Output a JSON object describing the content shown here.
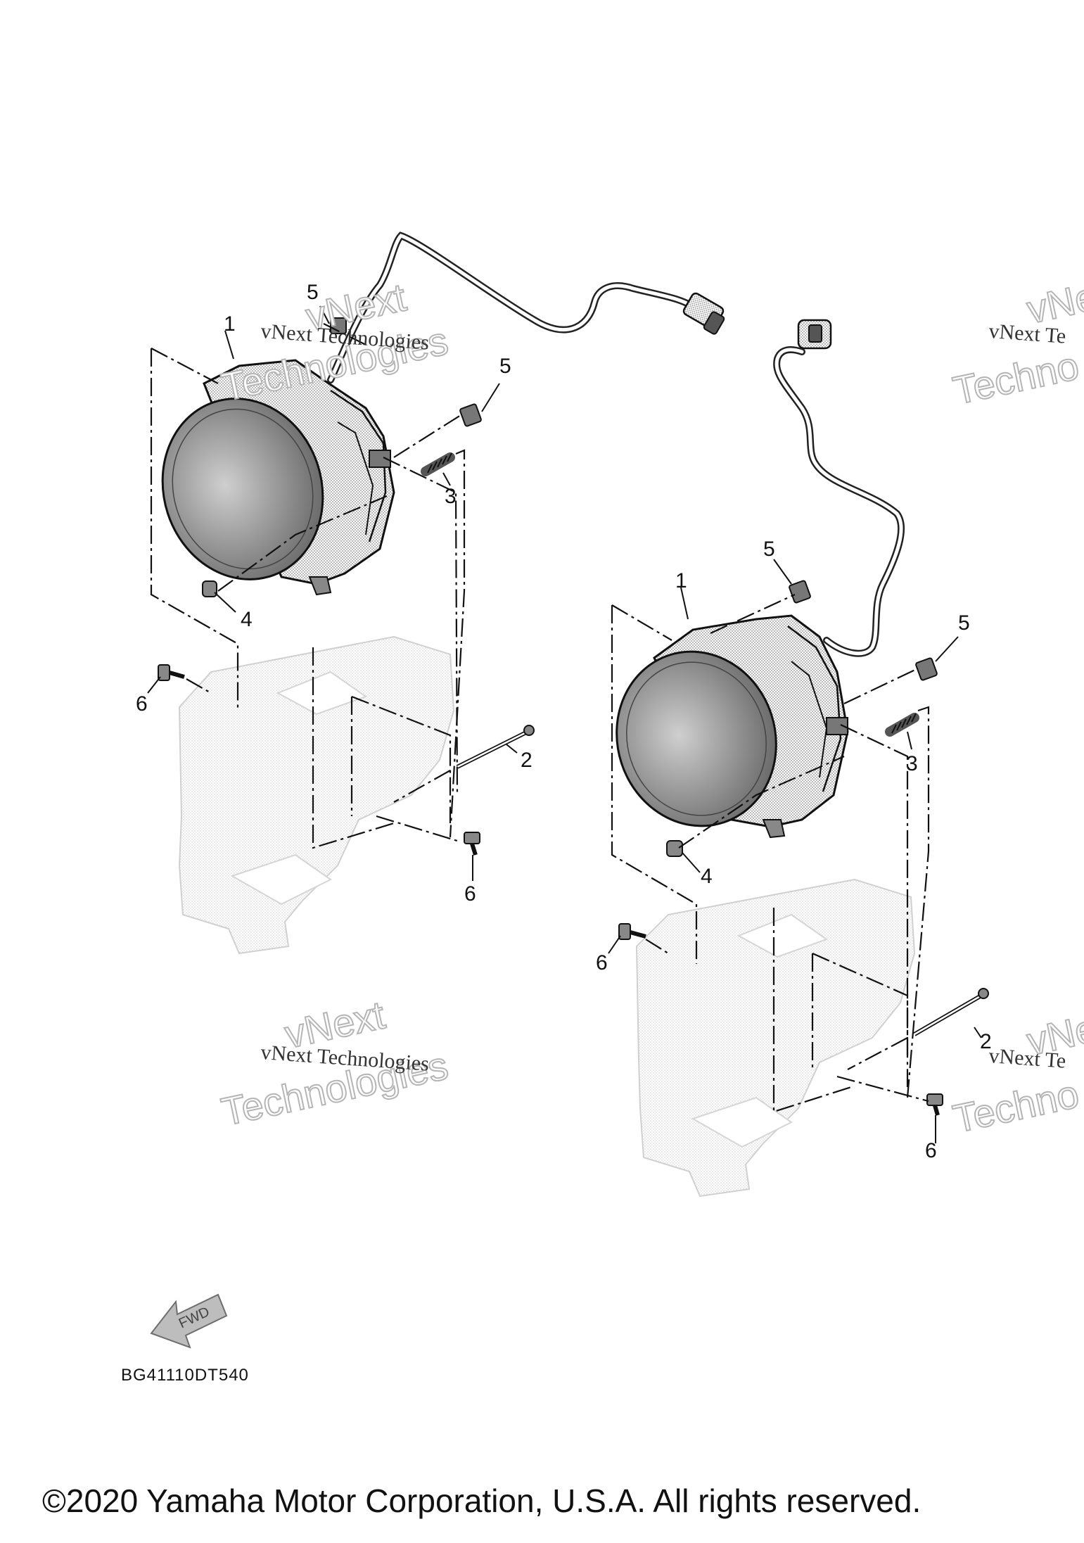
{
  "diagram": {
    "part_code": "BG41110DT540",
    "fwd_label": "FWD",
    "copyright": "©2020 Yamaha Motor Corporation, U.S.A. All rights reserved."
  },
  "callouts": {
    "left": {
      "c1": "1",
      "c2": "2",
      "c3": "3",
      "c4": "4",
      "c5a": "5",
      "c5b": "5",
      "c6a": "6",
      "c6b": "6"
    },
    "right": {
      "c1": "1",
      "c2": "2",
      "c3": "3",
      "c4": "4",
      "c5a": "5",
      "c5b": "5",
      "c6a": "6",
      "c6b": "6"
    }
  },
  "watermark": {
    "brand": "vNext",
    "word": "Technologies",
    "full": "vNext Technologies",
    "partial": "vNext Te",
    "partial_big": "Techno",
    "partial_brand": "vNe"
  }
}
